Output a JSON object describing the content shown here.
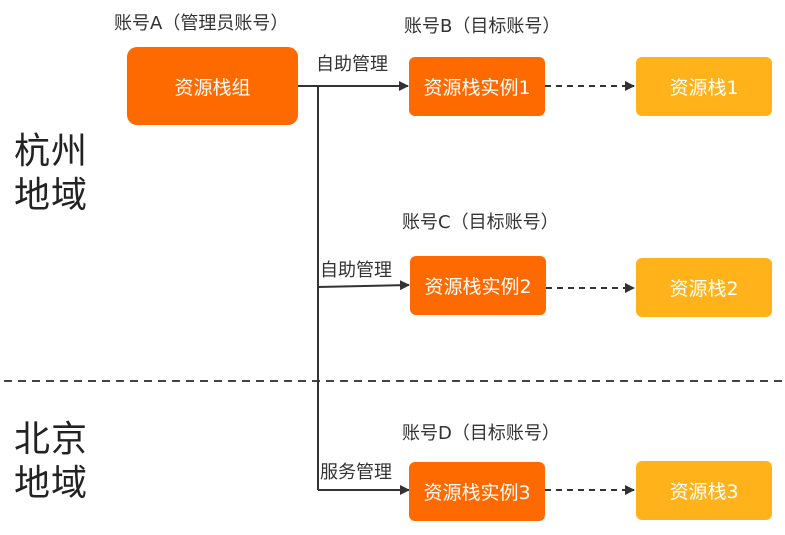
{
  "accounts": {
    "a": "账号A（管理员账号）",
    "b": "账号B（目标账号）",
    "c": "账号C（目标账号）",
    "d": "账号D（目标账号）"
  },
  "regions": {
    "hangzhou_line1": "杭州",
    "hangzhou_line2": "地域",
    "beijing_line1": "北京",
    "beijing_line2": "地域"
  },
  "boxes": {
    "stack_group": "资源栈组",
    "instance1": "资源栈实例1",
    "instance2": "资源栈实例2",
    "instance3": "资源栈实例3",
    "stack1": "资源栈1",
    "stack2": "资源栈2",
    "stack3": "资源栈3"
  },
  "edges": {
    "self_managed_1": "自助管理",
    "self_managed_2": "自助管理",
    "service_managed": "服务管理"
  },
  "colors": {
    "orange": "#ff6a00",
    "amber": "#ffb219"
  }
}
